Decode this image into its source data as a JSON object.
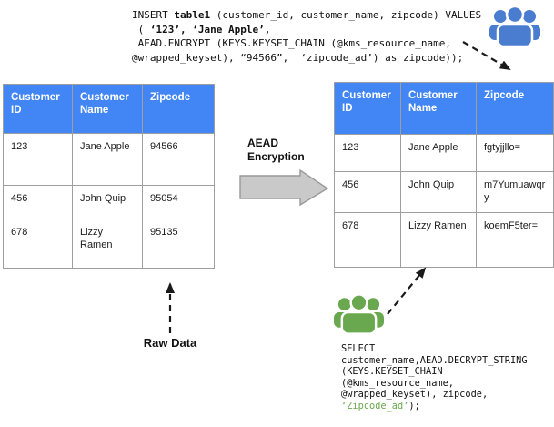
{
  "colors": {
    "table_header_bg": "#4285f4",
    "table_header_text": "#ffffff",
    "table_border": "#9e9e9e",
    "users_icon_blue": "#4a7dd0",
    "users_icon_green": "#6aa84f",
    "code_highlight_green": "#6aa84f",
    "block_arrow_fill": "#c9c9c9",
    "block_arrow_border": "#999999",
    "dashed_arrow": "#1a1a1a"
  },
  "insert_query": {
    "l1_a": "INSERT ",
    "l1_b": "table1",
    "l1_c": " (customer_id, customer_name, zipcode) VALUES",
    "l2_a": " ( ",
    "l2_b": "‘123’, ‘Jane Apple’,",
    "l3": " AEAD.ENCRYPT (KEYS.KEYSET_CHAIN (@kms_resource_name,",
    "l4": "@wrapped_keyset), “94566”,  ‘zipcode_ad’) as zipcode));"
  },
  "select_query": {
    "l1": "SELECT",
    "l2": "customer_name,AEAD.DECRYPT_STRING",
    "l3": "(KEYS.KEYSET_CHAIN",
    "l4": "(@kms_resource_name,",
    "l5": "@wrapped_keyset), zipcode,",
    "l6_green": "‘Zipcode_ad’",
    "l6_end": ");"
  },
  "left_table": {
    "headers": [
      "Customer ID",
      "Customer Name",
      "Zipcode"
    ],
    "rows": [
      [
        "123",
        "Jane Apple",
        "94566"
      ],
      [
        "456",
        "John Quip",
        "95054"
      ],
      [
        "678",
        "Lizzy Ramen",
        "95135"
      ]
    ]
  },
  "right_table": {
    "headers": [
      "Customer ID",
      "Customer Name",
      "Zipcode"
    ],
    "rows": [
      [
        "123",
        "Jane Apple",
        "fgtyjjllo="
      ],
      [
        "456",
        "John Quip",
        "m7Yumuawqry"
      ],
      [
        "678",
        "Lizzy Ramen",
        "koemF5ter="
      ]
    ]
  },
  "labels": {
    "aead_line1": "AEAD",
    "aead_line2": "Encryption",
    "raw_data": "Raw Data"
  },
  "icons": {
    "top_right": "users-group-icon-blue",
    "bottom": "users-group-icon-green"
  }
}
